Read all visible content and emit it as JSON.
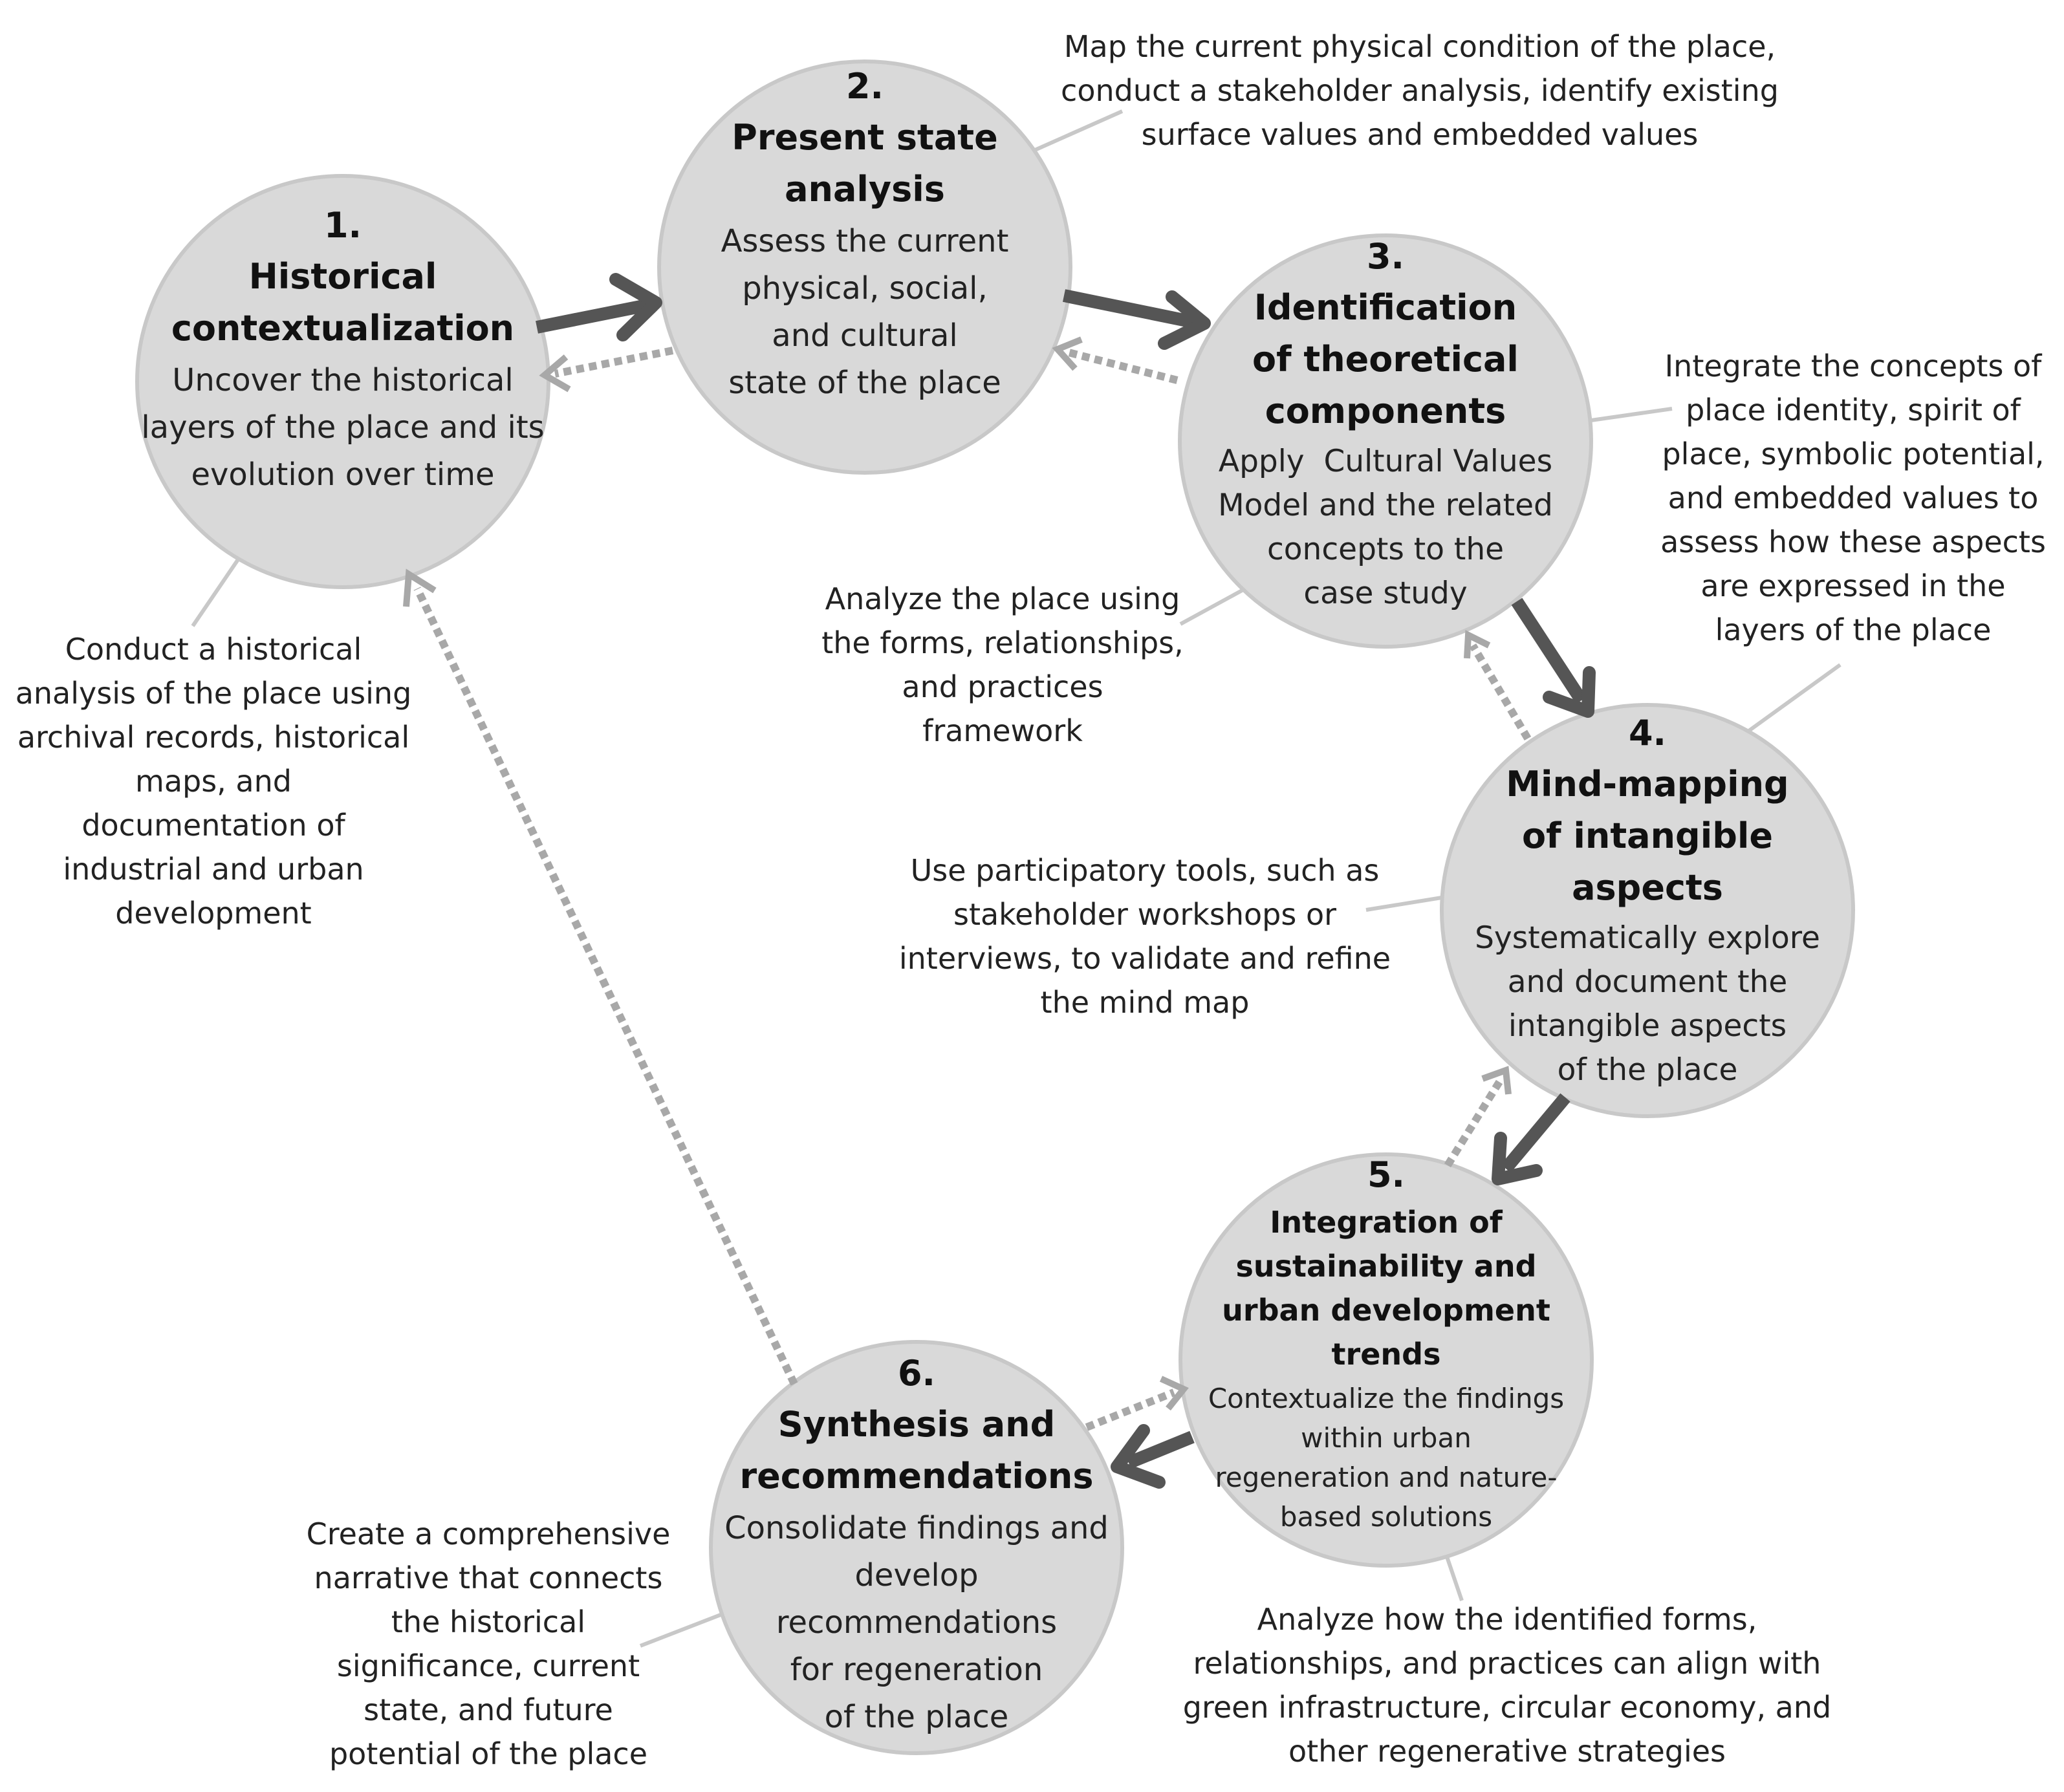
{
  "steps": [
    {
      "num": "1.",
      "title": [
        "Historical",
        "contextualization"
      ],
      "desc": [
        "Uncover the historical",
        "layers of the place and its",
        "evolution over time"
      ]
    },
    {
      "num": "2.",
      "title": [
        "Present state",
        "analysis"
      ],
      "desc": [
        "Assess the current",
        "physical, social,",
        "and cultural",
        "state of the place"
      ]
    },
    {
      "num": "3.",
      "title": [
        "Identification",
        "of theoretical",
        "components"
      ],
      "desc": [
        "Apply  Cultural Values",
        "Model and the related",
        "concepts to the",
        "case study"
      ]
    },
    {
      "num": "4.",
      "title": [
        "Mind-mapping",
        "of intangible",
        "aspects"
      ],
      "desc": [
        "Systematically explore",
        "and document the",
        "intangible aspects",
        "of the place"
      ]
    },
    {
      "num": "5.",
      "title": [
        "Integration of",
        "sustainability and",
        "urban development",
        "trends"
      ],
      "desc": [
        "Contextualize the findings",
        "within urban",
        "regeneration and nature-",
        "based solutions"
      ]
    },
    {
      "num": "6.",
      "title": [
        "Synthesis and",
        "recommendations"
      ],
      "desc": [
        "Consolidate findings and",
        "develop",
        "recommendations",
        "for regeneration",
        "of the place"
      ]
    }
  ],
  "notes": {
    "step1": [
      "Conduct a historical",
      "analysis of the place using",
      "archival records, historical",
      "maps, and",
      "documentation of",
      "industrial and urban",
      "development"
    ],
    "step2": [
      "Map the current physical condition of the place,",
      "conduct a stakeholder analysis, identify existing",
      "surface values and embedded values"
    ],
    "step3_right": [
      "Integrate the concepts of",
      "place identity, spirit of",
      "place, symbolic potential,",
      "and embedded values to",
      "assess how these aspects",
      "are expressed in the",
      "layers of the place"
    ],
    "step3_left": [
      "Analyze the place using",
      "the forms, relationships,",
      "and practices",
      "framework"
    ],
    "step4": [
      "Use participatory tools, such as",
      "stakeholder workshops or",
      "interviews, to validate and refine",
      "the mind map"
    ],
    "step5": [
      "Analyze how the identified forms,",
      "relationships, and practices can align with",
      "green infrastructure, circular economy, and",
      "other regenerative strategies"
    ],
    "step6": [
      "Create a comprehensive",
      "narrative that connects",
      "the historical",
      "significance, current",
      "state, and future",
      "potential of the place"
    ]
  },
  "colors": {
    "circle": "#d9d9d9",
    "forward_arrow": "#555555",
    "feedback_arrow": "#a8a8a8",
    "leader_line": "#c8c8c8"
  }
}
